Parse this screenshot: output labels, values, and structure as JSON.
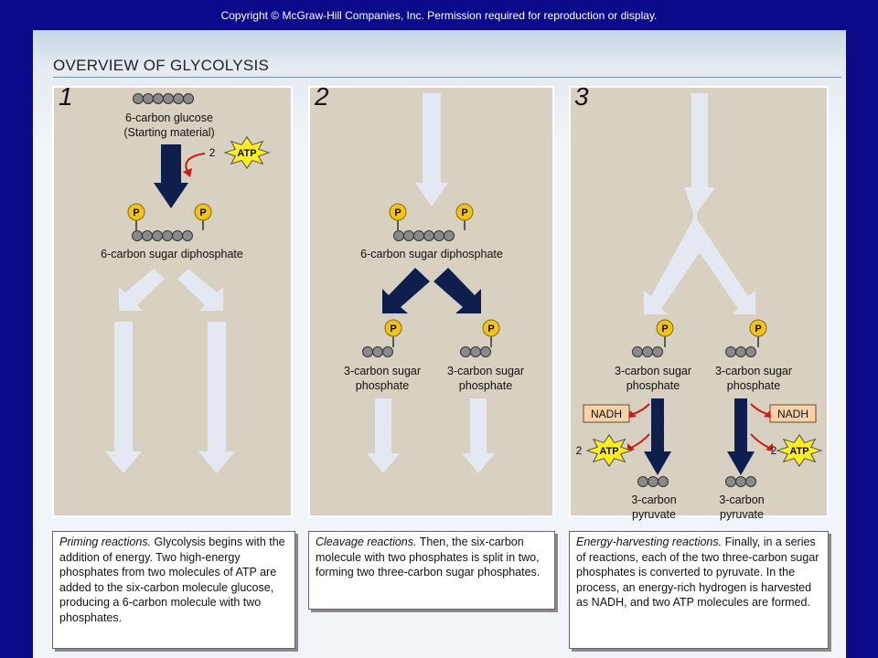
{
  "copyright": "Copyright © McGraw-Hill Companies, Inc. Permission required for reproduction or display.",
  "title": "OVERVIEW OF GLYCOLYSIS",
  "panels": [
    {
      "number": "1",
      "glucose_label_1": "6-carbon glucose",
      "glucose_label_2": "(Starting material)",
      "atp_count": "2",
      "atp": "ATP",
      "p": "P",
      "diphosphate_label": "6-carbon sugar diphosphate",
      "caption_lead": "Priming reactions.",
      "caption_text": " Glycolysis begins with the addition of energy. Two high-energy phosphates from two molecules of ATP are added to the six-carbon molecule glucose, producing a 6-carbon molecule with two phosphates."
    },
    {
      "number": "2",
      "p": "P",
      "diphosphate_label": "6-carbon sugar diphosphate",
      "left_label_1": "3-carbon sugar",
      "left_label_2": "phosphate",
      "right_label_1": "3-carbon sugar",
      "right_label_2": "phosphate",
      "caption_lead": "Cleavage reactions.",
      "caption_text": " Then, the six-carbon molecule with two phosphates is split in two, forming two three-carbon sugar phosphates."
    },
    {
      "number": "3",
      "p": "P",
      "left_label_1": "3-carbon sugar",
      "left_label_2": "phosphate",
      "right_label_1": "3-carbon sugar",
      "right_label_2": "phosphate",
      "nadh": "NADH",
      "atp_count": "2",
      "atp": "ATP",
      "left_product_1": "3-carbon",
      "left_product_2": "pyruvate",
      "right_product_1": "3-carbon",
      "right_product_2": "pyruvate",
      "caption_lead": "Energy-harvesting reactions.",
      "caption_text": " Finally, in a series of reactions, each of the two three-carbon sugar phosphates is converted to pyruvate. In the process, an energy-rich hydrogen is harvested as NADH, and two ATP molecules are formed."
    }
  ],
  "colors": {
    "background": "#0a0a8a",
    "panel": "#d8d0c0",
    "dark_arrow": "#0f1f4d",
    "light_arrow": "#e3e8f2",
    "carbon": "#8a8a8a",
    "phosphate": "#f2c21e",
    "atp_star": "#ffee22",
    "nadh_box": "#f6d2a8",
    "red_arrow": "#d01818"
  }
}
